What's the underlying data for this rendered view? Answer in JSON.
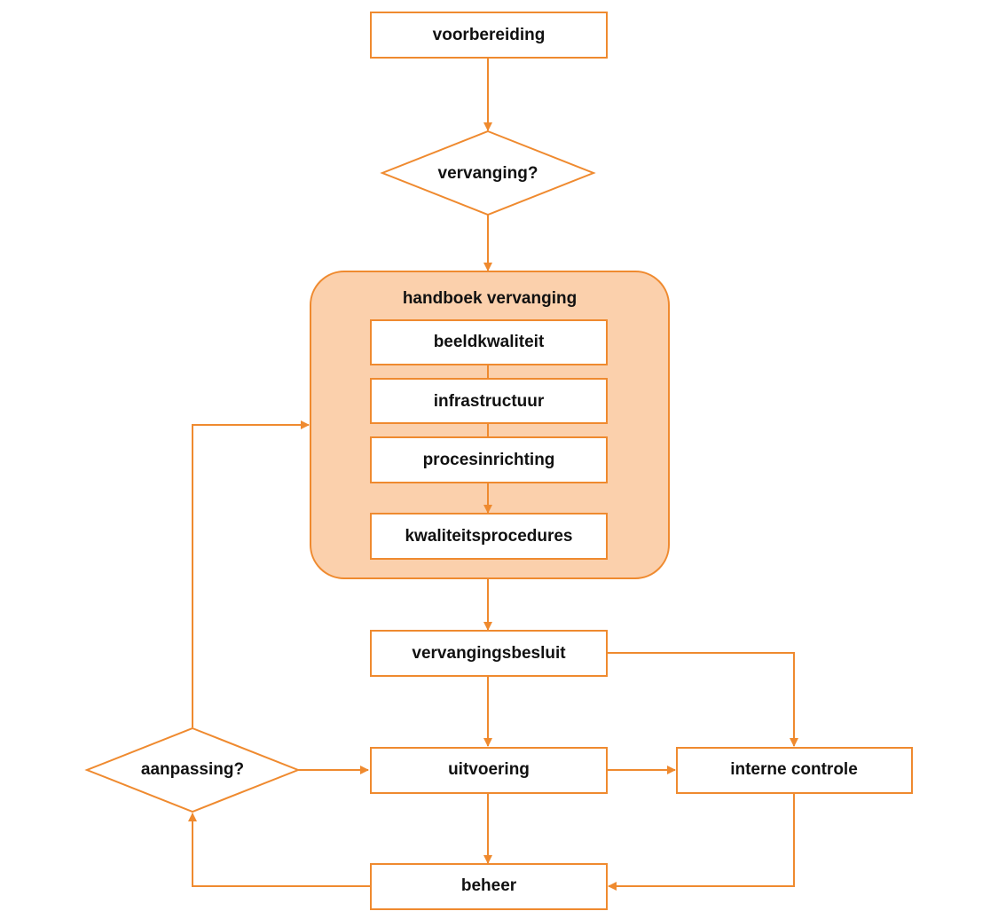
{
  "colors": {
    "accent": "#ef8a2f",
    "group_fill": "#fbd0ac",
    "box_fill": "#ffffff",
    "text": "#111111"
  },
  "nodes": {
    "voorbereiding": "voorbereiding",
    "vervanging_q": "vervanging?",
    "handboek_title": "handboek vervanging",
    "beeldkwaliteit": "beeldkwaliteit",
    "infrastructuur": "infrastructuur",
    "procesinrichting": "procesinrichting",
    "kwaliteitsprocedures": "kwaliteitsprocedures",
    "vervangingsbesluit": "vervangingsbesluit",
    "uitvoering": "uitvoering",
    "interne_controle": "interne controle",
    "aanpassing_q": "aanpassing?",
    "beheer": "beheer"
  },
  "edges": [
    {
      "from": "voorbereiding",
      "to": "vervanging?"
    },
    {
      "from": "vervanging?",
      "to": "handboek vervanging"
    },
    {
      "from": "handboek vervanging",
      "to": "vervangingsbesluit"
    },
    {
      "from": "vervangingsbesluit",
      "to": "uitvoering"
    },
    {
      "from": "vervangingsbesluit",
      "to": "interne controle"
    },
    {
      "from": "uitvoering",
      "to": "interne controle"
    },
    {
      "from": "uitvoering",
      "to": "beheer"
    },
    {
      "from": "interne controle",
      "to": "beheer"
    },
    {
      "from": "beheer",
      "to": "aanpassing?"
    },
    {
      "from": "aanpassing?",
      "to": "uitvoering"
    },
    {
      "from": "aanpassing?",
      "to": "handboek vervanging"
    }
  ]
}
